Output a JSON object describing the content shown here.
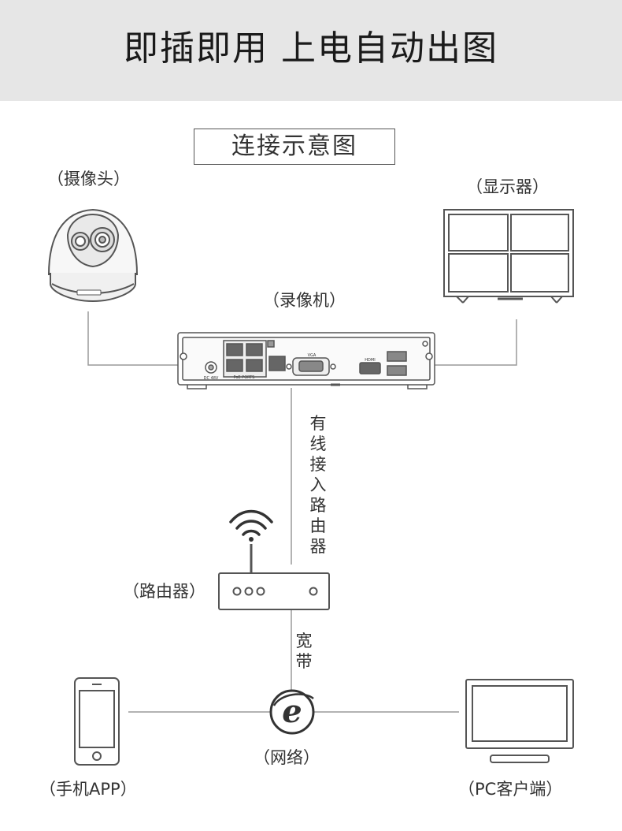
{
  "header": {
    "title": "即插即用 上电自动出图"
  },
  "diagram": {
    "subtitle": "连接示意图",
    "labels": {
      "camera": "（摄像头）",
      "monitor": "（显示器）",
      "nvr": "（录像机）",
      "router": "（路由器）",
      "network": "（网络）",
      "phone": "（手机APP）",
      "pc": "（PC客户端）"
    },
    "links": {
      "wired_router": "有线接入路由器",
      "broadband": "宽带"
    },
    "nvr_ports": {
      "poe": "PoE PORTS",
      "vga": "VGA",
      "hdmi": "HDMI",
      "dc": "DC 48V"
    },
    "icons": {
      "camera": "dome-camera-icon",
      "monitor": "monitor-icon",
      "nvr": "nvr-device-icon",
      "router": "router-icon",
      "wifi": "wifi-icon",
      "internet": "internet-e-icon",
      "phone": "smartphone-icon",
      "pc": "desktop-monitor-icon"
    },
    "colors": {
      "banner_bg": "#e6e6e6",
      "line": "#999999",
      "stroke": "#555555"
    }
  }
}
